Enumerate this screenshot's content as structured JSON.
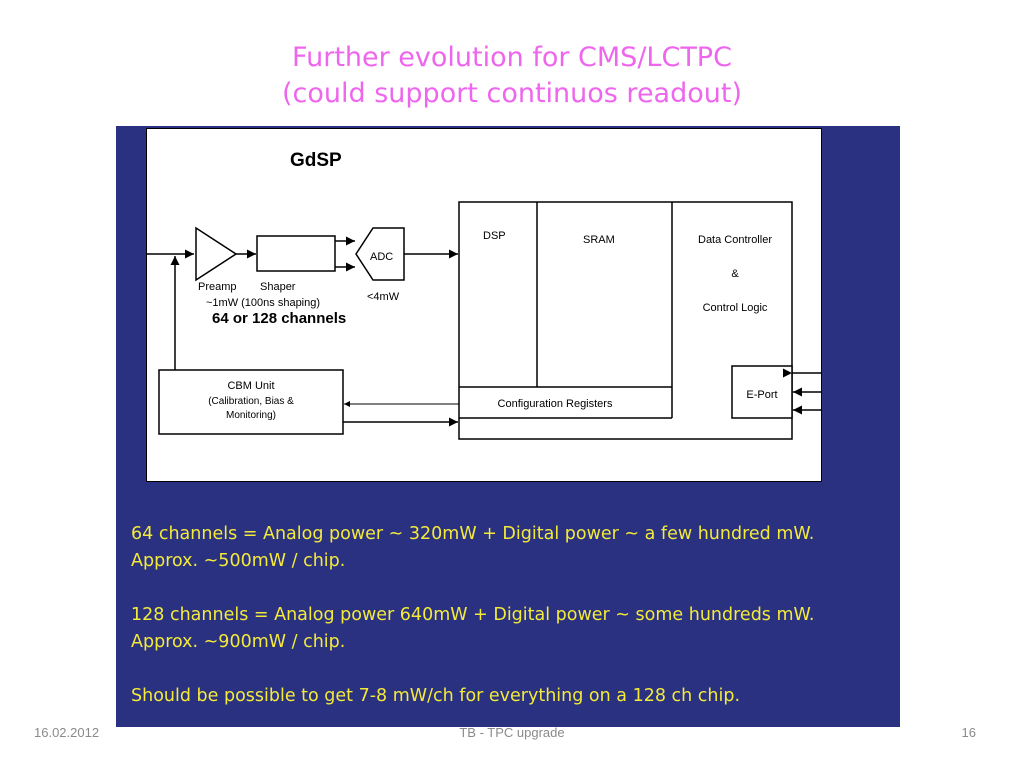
{
  "slide": {
    "title_line1": "Further evolution for CMS/LCTPC",
    "title_line2": "(could support continuos readout)"
  },
  "diagram": {
    "chip_name": "GdSP",
    "preamp": "Preamp",
    "shaper": "Shaper",
    "shaping_power": "~1mW (100ns shaping)",
    "adc": "ADC",
    "adc_power": "<4mW",
    "channels": "64 or 128 channels",
    "dsp": "DSP",
    "sram": "SRAM",
    "data_controller": "Data Controller",
    "ampersand": "&",
    "control_logic": "Control Logic",
    "cbm_unit": "CBM Unit",
    "cbm_detail1": "(Calibration, Bias &",
    "cbm_detail2": "Monitoring)",
    "config_registers": "Configuration Registers",
    "eport": "E-Port"
  },
  "notes": {
    "line1": "64 channels = Analog power ~ 320mW + Digital power ~ a few hundred mW.",
    "line2": "Approx. ~500mW / chip.",
    "line3": "128 channels = Analog power 640mW  + Digital power ~ some hundreds mW.",
    "line4": "Approx. ~900mW / chip.",
    "line5": "Should be possible to get 7-8 mW/ch for everything on a 128 ch chip."
  },
  "footer": {
    "date": "16.02.2012",
    "center": "TB - TPC upgrade",
    "page": "16"
  },
  "colors": {
    "title": "#ee66ee",
    "panel": "#2a3180",
    "notes_text": "#f3ea3a"
  }
}
